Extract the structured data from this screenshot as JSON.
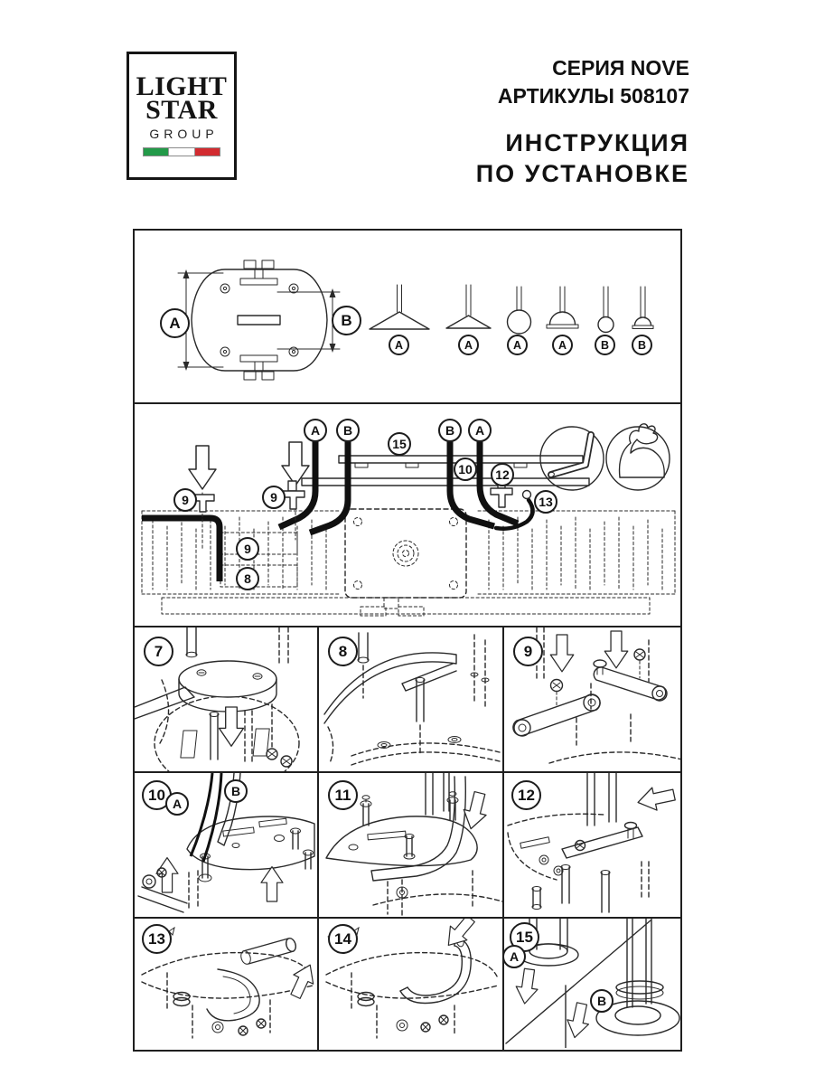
{
  "header": {
    "logo": {
      "line1": "LIGHT",
      "line2": "STAR",
      "line3": "GROUP"
    },
    "series_title": "СЕРИЯ NOVE",
    "articles_title": "АРТИКУЛЫ 508107",
    "instruction_line1": "ИНСТРУКЦИЯ",
    "instruction_line2": "ПО УСТАНОВКЕ"
  },
  "colors": {
    "flag_green": "#239a49",
    "flag_white": "#ffffff",
    "flag_red": "#d22b30",
    "ink": "#1f1f1f"
  },
  "dimensions_panel": {
    "width_label": "A",
    "height_label": "B",
    "shades": [
      {
        "type": "wide-cone-pendant",
        "label": "A"
      },
      {
        "type": "cone-pendant",
        "label": "A"
      },
      {
        "type": "globe-pendant",
        "label": "A"
      },
      {
        "type": "dome-pendant",
        "label": "A"
      },
      {
        "type": "small-globe-pendant",
        "label": "B"
      },
      {
        "type": "small-dome-pendant",
        "label": "B"
      }
    ]
  },
  "overview_panel": {
    "callouts": {
      "cable_a_left": "A",
      "cable_b_left": "B",
      "cable_b_right": "B",
      "cable_a_right": "A",
      "rail": "15",
      "bracket": "10",
      "terminal": "12",
      "cable_end": "13",
      "hook_left": "9",
      "hook_center": "9",
      "stack_upper": "9",
      "stack_lower": "8"
    },
    "tools": [
      {
        "icon": "hex-key-icon"
      },
      {
        "icon": "hand-tighten-icon"
      }
    ]
  },
  "steps": [
    {
      "num": "7"
    },
    {
      "num": "8"
    },
    {
      "num": "9"
    },
    {
      "num": "10",
      "cable_a": "A",
      "cable_b": "B"
    },
    {
      "num": "11"
    },
    {
      "num": "12"
    },
    {
      "num": "13"
    },
    {
      "num": "14"
    },
    {
      "num": "15",
      "option_a": "A",
      "option_b": "B"
    }
  ]
}
